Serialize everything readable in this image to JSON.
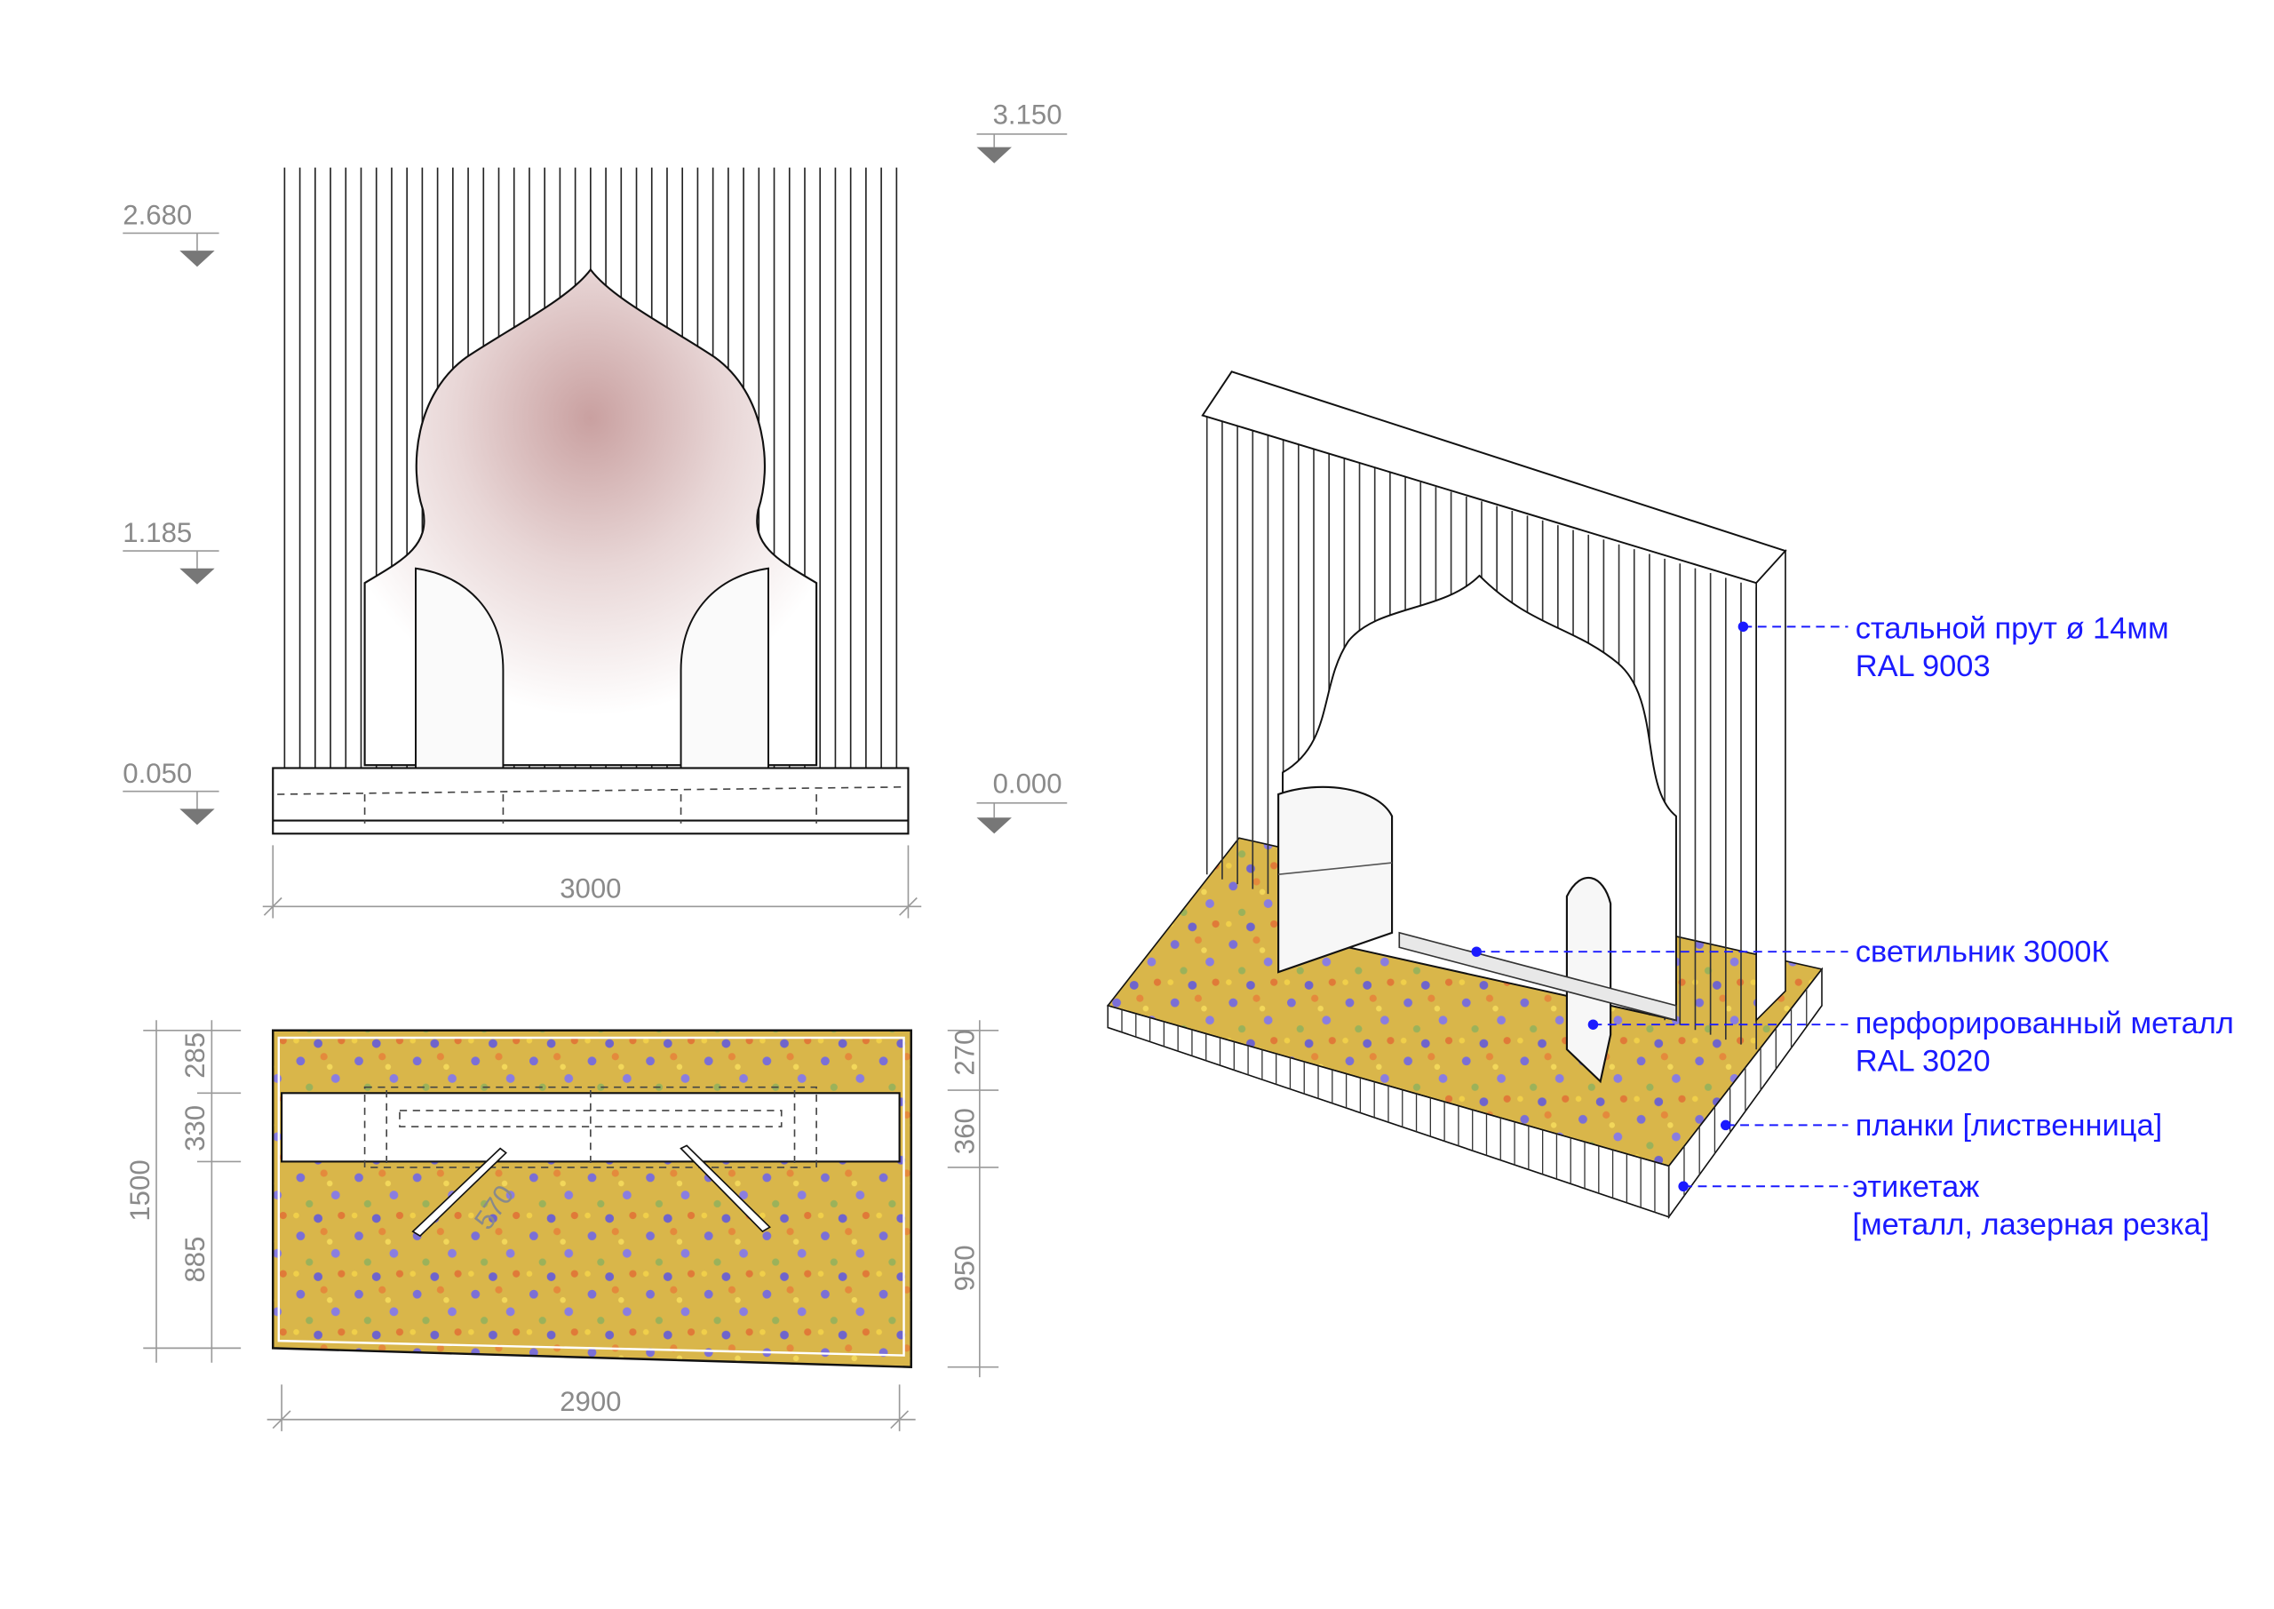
{
  "elevation": {
    "levels": {
      "l2680": "2.680",
      "l1185": "1.185",
      "l0050": "0.050",
      "l3150": "3.150",
      "l0000": "0.000"
    },
    "width_dim": "3000"
  },
  "plan": {
    "width_dim": "2900",
    "left_total": "1500",
    "left_parts": [
      "285",
      "330",
      "885"
    ],
    "right_parts": [
      "270",
      "360",
      "950"
    ],
    "diag_dim": "570"
  },
  "callouts": [
    {
      "line1": "стальной прут ø 14мм",
      "line2": "RAL 9003"
    },
    {
      "line1": "светильник 3000К"
    },
    {
      "line1": "перфорированный металл",
      "line2": "RAL 3020"
    },
    {
      "line1": "планки [лиственница]"
    },
    {
      "line1": "этикетаж",
      "line2": "[металл, лазерная резка]"
    }
  ],
  "colors": {
    "callout": "#1a1aff",
    "dimension": "#8a8a8a"
  }
}
